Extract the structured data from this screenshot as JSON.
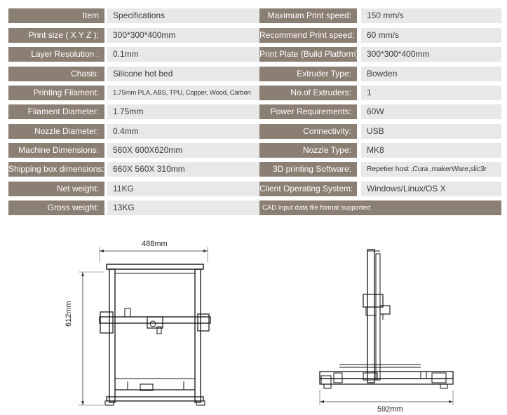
{
  "specs_left": [
    {
      "label": "Item",
      "value": "Specifications"
    },
    {
      "label": "Print size ( X Y Z ):",
      "value": "300*300*400mm"
    },
    {
      "label": "Layer Resolution :",
      "value": "0.1mm"
    },
    {
      "label": "Chasis:",
      "value": "Silicone hot bed"
    },
    {
      "label": "Printing Filament:",
      "value": "1.75mm PLA, ABS, TPU, Copper, Wood, Carbon"
    },
    {
      "label": "Filament Diameter:",
      "value": "1.75mm"
    },
    {
      "label": "Nozzle Diameter:",
      "value": "0.4mm"
    },
    {
      "label": "Machine Dimensions:",
      "value": "560X 600X620mm"
    },
    {
      "label": "Shipping box dimensions:",
      "value": "660X 560X 310mm"
    },
    {
      "label": "Net weight:",
      "value": "11KG"
    },
    {
      "label": "Gross weight:",
      "value": "13KG"
    }
  ],
  "specs_right": [
    {
      "label": "Maximum Print speed:",
      "value": "150 mm/s"
    },
    {
      "label": "Recommend Print speed:",
      "value": "60 mm/s"
    },
    {
      "label": "Print Plate (Build Platform) :",
      "value": "300*300*400mm"
    },
    {
      "label": "Extruder Type:",
      "value": "Bowden"
    },
    {
      "label": "No.of Extruders:",
      "value": "1"
    },
    {
      "label": "Power Requirements:",
      "value": "60W"
    },
    {
      "label": "Connectivity:",
      "value": "USB"
    },
    {
      "label": "Nozzle Type:",
      "value": "MK8"
    },
    {
      "label": "3D printing Software:",
      "value": "Repetier host ,Cura ,makerWare,slic3r"
    },
    {
      "label": "Client Operating System:",
      "value": "Windows/Linux/OS X"
    }
  ],
  "cad_note": "CAD Input data file format supported",
  "front_view": {
    "width_label": "488mm",
    "height_label": "612mm"
  },
  "side_view": {
    "width_label": "592mm"
  },
  "colors": {
    "label_bg": "#8b7e72",
    "value_bg": "#e8e8e8"
  }
}
